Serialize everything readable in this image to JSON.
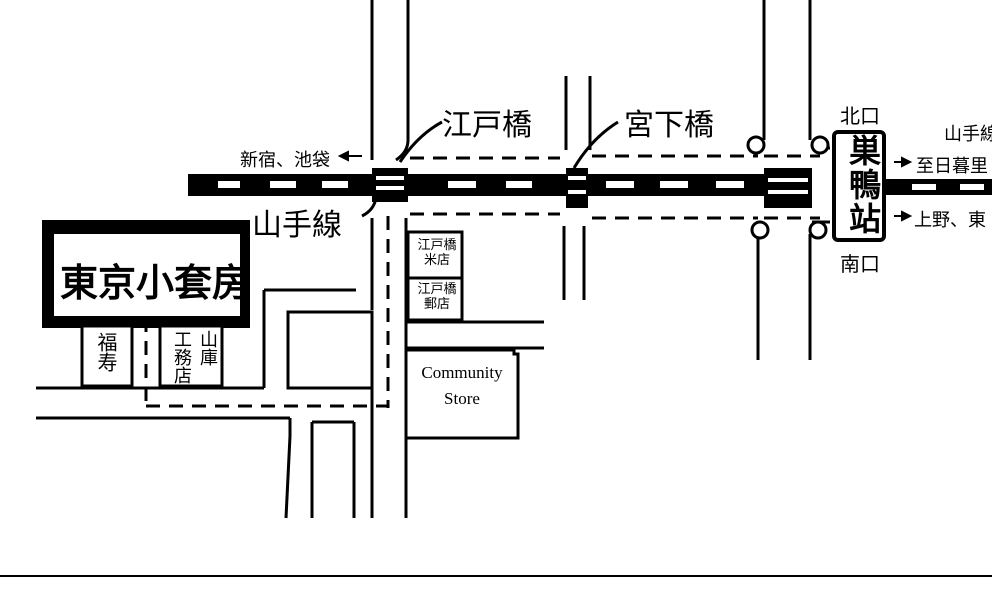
{
  "title": {
    "shop": "東京小套房"
  },
  "stations": {
    "bridge_edo": "江戸橋",
    "bridge_miya": "宮下橋",
    "station_name": "巣鴨站",
    "north_exit": "北口",
    "south_exit": "南口"
  },
  "lines": {
    "yamanote_left": "山手線",
    "yamanote_right": "山手線",
    "to_shinjuku": "新宿、池袋",
    "to_nippori": "至日暮里",
    "to_ueno": "上野、東"
  },
  "shops": {
    "edo_rice": "江戸橋米店",
    "edo_post": "江戸橋郵店",
    "fuku": "福寿",
    "building_left": "工務店",
    "building_right": "山庫",
    "community": "Community Store"
  },
  "colors": {
    "ink": "#000000",
    "paper": "#ffffff"
  }
}
